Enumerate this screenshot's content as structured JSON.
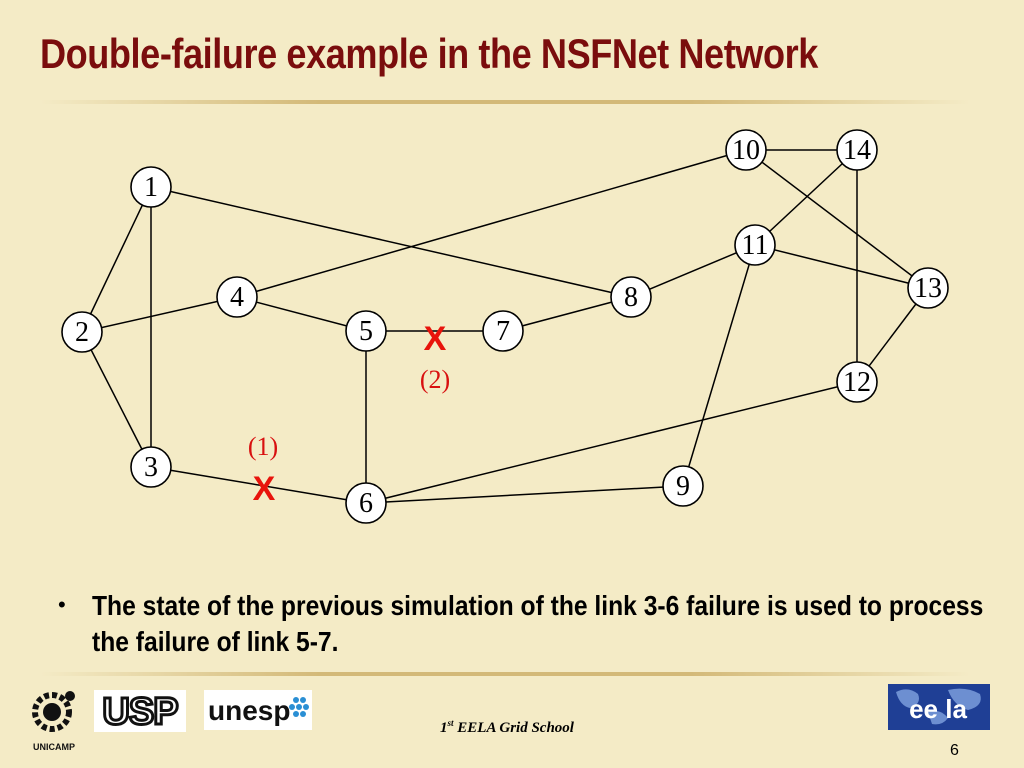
{
  "title": "Double-failure example in the NSFNet Network",
  "nodes": [
    {
      "id": "1",
      "label": "1"
    },
    {
      "id": "2",
      "label": "2"
    },
    {
      "id": "3",
      "label": "3"
    },
    {
      "id": "4",
      "label": "4"
    },
    {
      "id": "5",
      "label": "5"
    },
    {
      "id": "6",
      "label": "6"
    },
    {
      "id": "7",
      "label": "7"
    },
    {
      "id": "8",
      "label": "8"
    },
    {
      "id": "9",
      "label": "9"
    },
    {
      "id": "10",
      "label": "10"
    },
    {
      "id": "11",
      "label": "11"
    },
    {
      "id": "12",
      "label": "12"
    },
    {
      "id": "13",
      "label": "13"
    },
    {
      "id": "14",
      "label": "14"
    }
  ],
  "edges": [
    [
      "1",
      "2"
    ],
    [
      "1",
      "3"
    ],
    [
      "1",
      "8"
    ],
    [
      "2",
      "3"
    ],
    [
      "2",
      "4"
    ],
    [
      "3",
      "6"
    ],
    [
      "4",
      "5"
    ],
    [
      "4",
      "10"
    ],
    [
      "5",
      "6"
    ],
    [
      "5",
      "7"
    ],
    [
      "6",
      "9"
    ],
    [
      "6",
      "12"
    ],
    [
      "7",
      "8"
    ],
    [
      "8",
      "11"
    ],
    [
      "9",
      "11"
    ],
    [
      "10",
      "13"
    ],
    [
      "10",
      "14"
    ],
    [
      "11",
      "13"
    ],
    [
      "11",
      "14"
    ],
    [
      "12",
      "13"
    ],
    [
      "12",
      "14"
    ]
  ],
  "failures": [
    {
      "edge": [
        "3",
        "6"
      ],
      "mark": "X",
      "label": "(1)"
    },
    {
      "edge": [
        "5",
        "7"
      ],
      "mark": "X",
      "label": "(2)"
    }
  ],
  "bullet": "The state of the previous simulation of the link 3-6 failure is used to process the failure of link 5-7.",
  "footer": {
    "sup": "st",
    "prefix": "1",
    "text": " EELA Grid School"
  },
  "page_number": "6",
  "logos": {
    "unicamp": "UNICAMP",
    "usp": "USP",
    "unesp": "unesp",
    "eela": "ee la"
  },
  "colors": {
    "background": "#f4ebc6",
    "title": "#7a0d0d",
    "failure": "#e8140c"
  }
}
